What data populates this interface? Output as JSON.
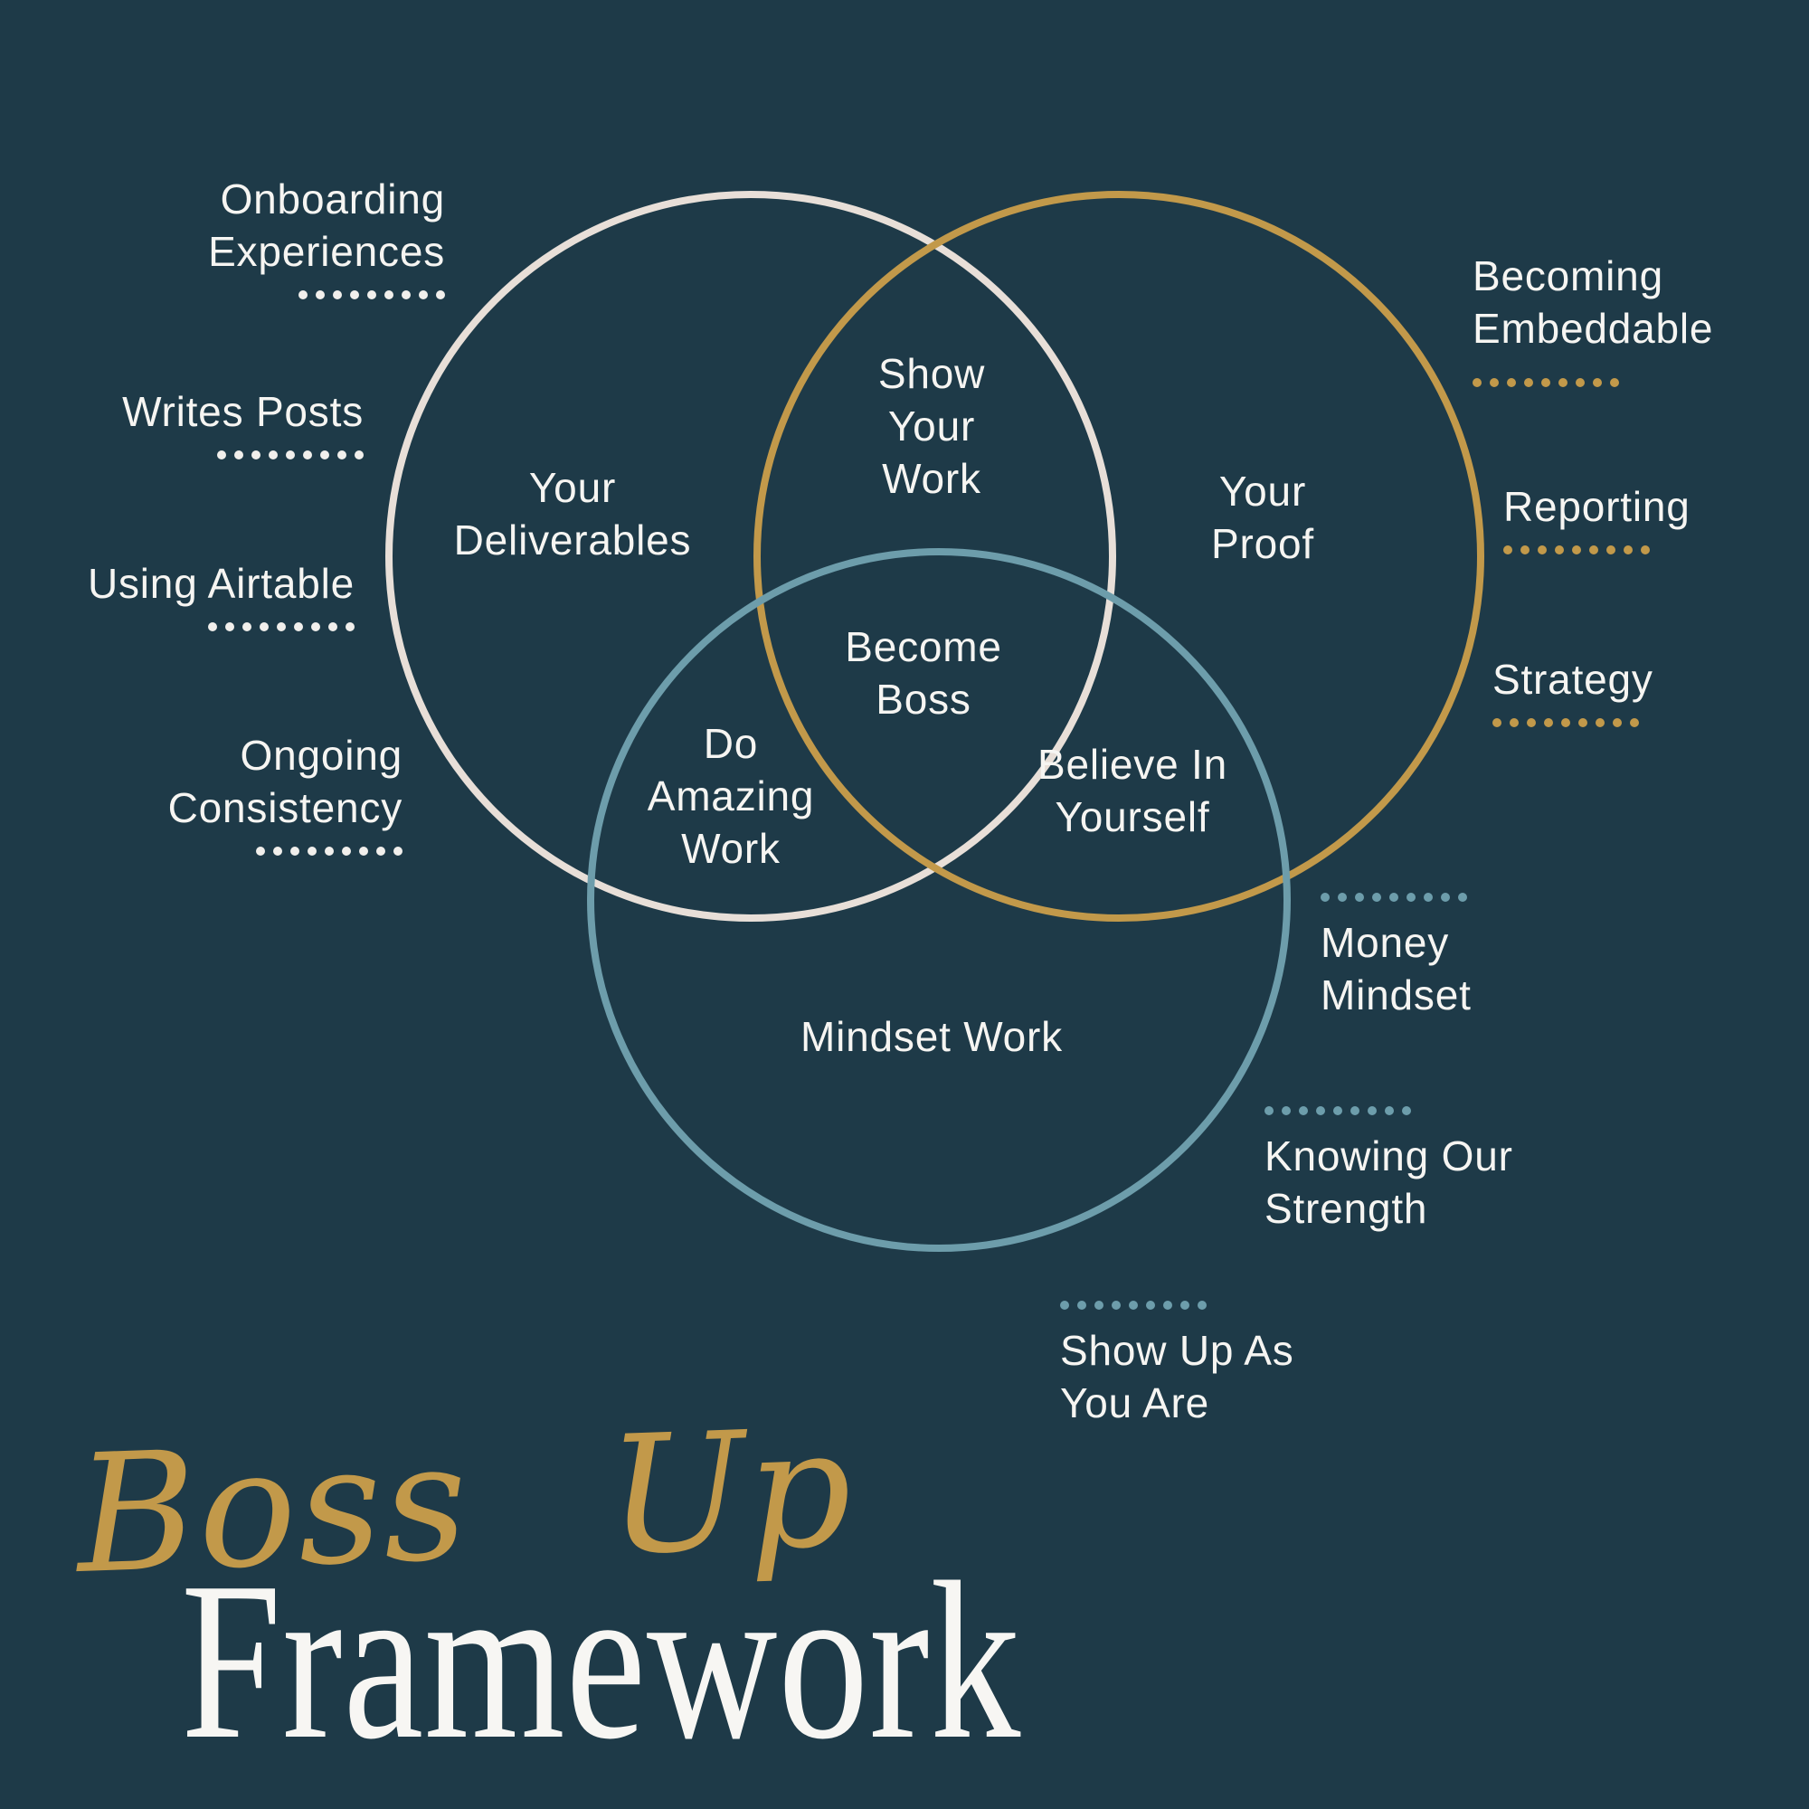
{
  "title": {
    "script": "Boss Up",
    "main": "Framework"
  },
  "colors": {
    "background": "#1e3a48",
    "cream": "#e8dfd8",
    "gold": "#c2994a",
    "teal": "#6d9dab",
    "text": "#f6f5f2"
  },
  "venn": {
    "circles": [
      {
        "name": "deliverables",
        "color": "#e8dfd8"
      },
      {
        "name": "proof",
        "color": "#c2994a"
      },
      {
        "name": "mindset",
        "color": "#6d9dab"
      }
    ],
    "regions": {
      "deliverables": {
        "lines": [
          "Your",
          "Deliverables"
        ]
      },
      "proof": {
        "lines": [
          "Your",
          "Proof"
        ]
      },
      "mindset": {
        "lines": [
          "Mindset Work"
        ]
      },
      "show_your_work": {
        "lines": [
          "Show",
          "Your",
          "Work"
        ]
      },
      "do_amazing_work": {
        "lines": [
          "Do",
          "Amazing",
          "Work"
        ]
      },
      "believe_in_yourself": {
        "lines": [
          "Believe In",
          "Yourself"
        ]
      },
      "become_boss": {
        "lines": [
          "Become",
          "Boss"
        ]
      }
    }
  },
  "left_labels": [
    {
      "lines": [
        "Onboarding",
        "Experiences"
      ]
    },
    {
      "lines": [
        "Writes Posts"
      ]
    },
    {
      "lines": [
        "Using Airtable"
      ]
    },
    {
      "lines": [
        "Ongoing",
        "Consistency"
      ]
    }
  ],
  "right_gold_labels": [
    {
      "lines": [
        "Becoming",
        "Embeddable"
      ]
    },
    {
      "lines": [
        "Reporting"
      ]
    },
    {
      "lines": [
        "Strategy"
      ]
    }
  ],
  "right_teal_labels": [
    {
      "lines": [
        "Money",
        "Mindset"
      ]
    },
    {
      "lines": [
        "Knowing Our",
        "Strength"
      ]
    },
    {
      "lines": [
        "Show Up As",
        "You Are"
      ]
    }
  ]
}
